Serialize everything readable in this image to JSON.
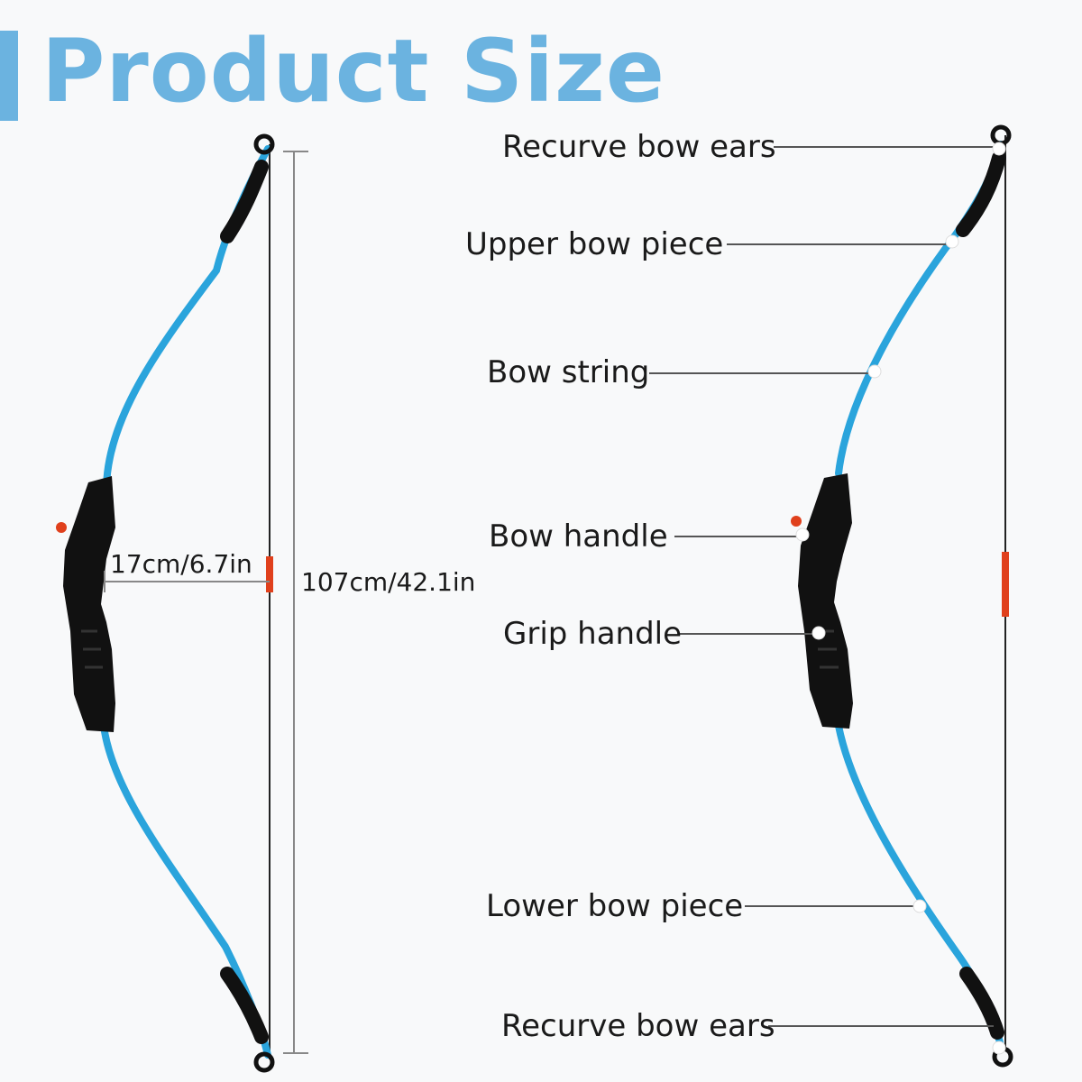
{
  "title": "Product Size",
  "dimensions": {
    "width_label": "17cm/6.7in",
    "height_label": "107cm/42.1in"
  },
  "parts": {
    "recurve_top": "Recurve bow ears",
    "upper_piece": "Upper bow piece",
    "string": "Bow string",
    "handle": "Bow handle",
    "grip": "Grip handle",
    "lower_piece": "Lower bow piece",
    "recurve_bottom": "Recurve bow ears"
  },
  "colors": {
    "accent": "#6bb3e0",
    "limb": "#2aa4dc",
    "riser": "#111111",
    "nock": "#e0401c"
  }
}
